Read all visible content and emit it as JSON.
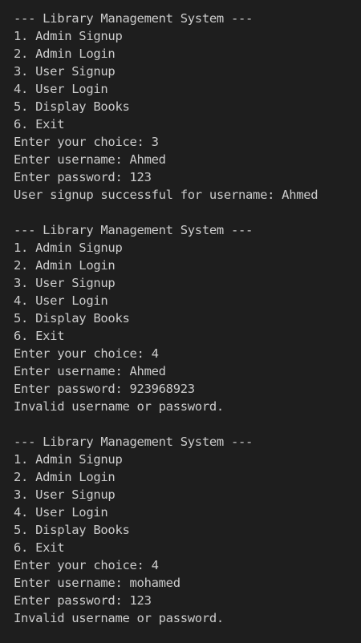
{
  "terminal": {
    "blocks": [
      {
        "header": "--- Library Management System ---",
        "menu": [
          "1. Admin Signup",
          "2. Admin Login",
          "3. User Signup",
          "4. User Login",
          "5. Display Books",
          "6. Exit"
        ],
        "choice_prompt": "Enter your choice: 3",
        "username_prompt": "Enter username: Ahmed",
        "password_prompt": "Enter password: 123",
        "result": "User signup successful for username: Ahmed"
      },
      {
        "header": "--- Library Management System ---",
        "menu": [
          "1. Admin Signup",
          "2. Admin Login",
          "3. User Signup",
          "4. User Login",
          "5. Display Books",
          "6. Exit"
        ],
        "choice_prompt": "Enter your choice: 4",
        "username_prompt": "Enter username: Ahmed",
        "password_prompt": "Enter password: 923968923",
        "result": "Invalid username or password."
      },
      {
        "header": "--- Library Management System ---",
        "menu": [
          "1. Admin Signup",
          "2. Admin Login",
          "3. User Signup",
          "4. User Login",
          "5. Display Books",
          "6. Exit"
        ],
        "choice_prompt": "Enter your choice: 4",
        "username_prompt": "Enter username: mohamed",
        "password_prompt": "Enter password: 123",
        "result": "Invalid username or password."
      }
    ]
  },
  "colors": {
    "background": "#1e1e1e",
    "text": "#cccccc"
  }
}
